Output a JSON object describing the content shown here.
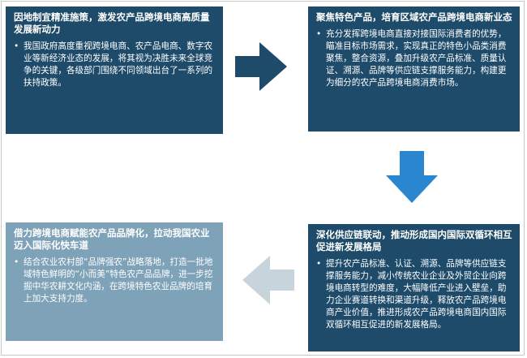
{
  "boxes": {
    "top_left": {
      "title": "因地制宜精准施策，激发农产品跨境电商高质量发展新动力",
      "body": "我国政府高度重视跨境电商、农产品电商、数字农业等新经济业态的发展，将其视为决胜未来全球竞争的关键，各级部门围绕不同领域出台了一系列的扶持政策。"
    },
    "top_right": {
      "title": "聚焦特色产品，培育区域农产品跨境电商新业态",
      "body": "充分发挥跨境电商直接对接国际消费者的优势，瞄准目标市场需求，实现真正的特色小品类消费聚焦，整合资源，叠加升级农产品标准、质量认证、溯源、品牌等供应链支撑服务能力，构建更为细分的农产品跨境电商消费市场。"
    },
    "bottom_right": {
      "title": "深化供应链联动，推动形成国内国际双循环相互促进新发展格局",
      "body": "提升农产品标准、认证、溯源、品牌等供应链支撑服务能力，减小传统农业企业及外贸企业向跨境电商转型的难度，大幅降低产业进入壁垒，助力企业赛道转换和渠道升级，释放农产品跨境电商产业价值，推进形成农产品跨境电商国内国际双循环相互促进的新发展格局。"
    },
    "bottom_left": {
      "title": "借力跨境电商赋能农产品品牌化，拉动我国农业迈入国际化快车道",
      "body": "结合农业农村部“品牌强农”战略落地，打造一批地域特色鲜明的“小而美”特色农产品品牌，进一步挖掘中华农耕文化内涵，在跨境特色农业品牌的培育上加大支持力度。"
    }
  },
  "colors": {
    "box_dark": "#1e4b6a",
    "box_light": "#7ea2b7",
    "arrow_dark": "#1e4b6a",
    "arrow_blue": "#2a86cf",
    "arrow_light": "#c8d4dc"
  }
}
